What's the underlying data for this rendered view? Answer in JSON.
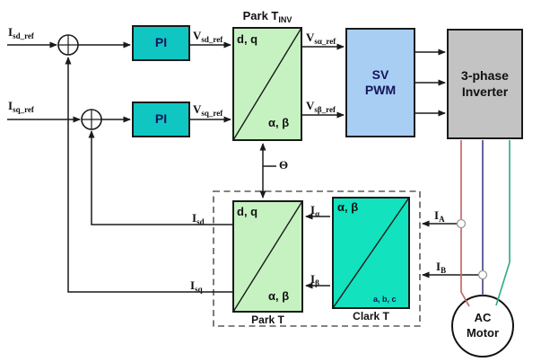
{
  "signals": {
    "isd_ref": {
      "base": "I",
      "sub": "sd_ref"
    },
    "isq_ref": {
      "base": "I",
      "sub": "sq_ref"
    },
    "vsd_ref": {
      "base": "V",
      "sub": "sd_ref"
    },
    "vsq_ref": {
      "base": "V",
      "sub": "sq_ref"
    },
    "vsa_ref": {
      "base": "V",
      "sub": "sα_ref"
    },
    "vsb_ref": {
      "base": "V",
      "sub": "sβ_ref"
    },
    "theta": {
      "base": "Θ",
      "sub": ""
    },
    "i_alpha": {
      "base": "I",
      "sub": "α"
    },
    "i_beta": {
      "base": "I",
      "sub": "β"
    },
    "i_a": {
      "base": "I",
      "sub": "A"
    },
    "i_b": {
      "base": "I",
      "sub": "B"
    },
    "i_sd": {
      "base": "I",
      "sub": "sd"
    },
    "i_sq": {
      "base": "I",
      "sub": "sq"
    }
  },
  "blocks": {
    "pi1": {
      "label": "PI"
    },
    "pi2": {
      "label": "PI"
    },
    "park_inv": {
      "title_base": "Park T",
      "title_sub": "INV",
      "corner_tl": "d, q",
      "corner_br": "α, β"
    },
    "svpwm": {
      "label": "SV\nPWM"
    },
    "inverter": {
      "label": "3-phase\nInverter"
    },
    "park": {
      "corner_tl": "d, q",
      "corner_br": "α, β",
      "caption": "Park T"
    },
    "clark": {
      "corner_tl": "α, β",
      "corner_br": "a, b, c",
      "caption": "Clark T"
    },
    "motor": {
      "label": "AC\nMotor"
    }
  },
  "colors": {
    "pi_block": "#10C6C2",
    "park_block": "#C6F2C2",
    "svpwm_block": "#A8CEF4",
    "inverter_block": "#C3C3C3",
    "clark_block": "#12E2BE",
    "wire_phase_a": "#C66A6A",
    "wire_phase_b": "#4A4A8C",
    "wire_phase_c": "#33AE8C",
    "line": "#1a1a1a"
  }
}
